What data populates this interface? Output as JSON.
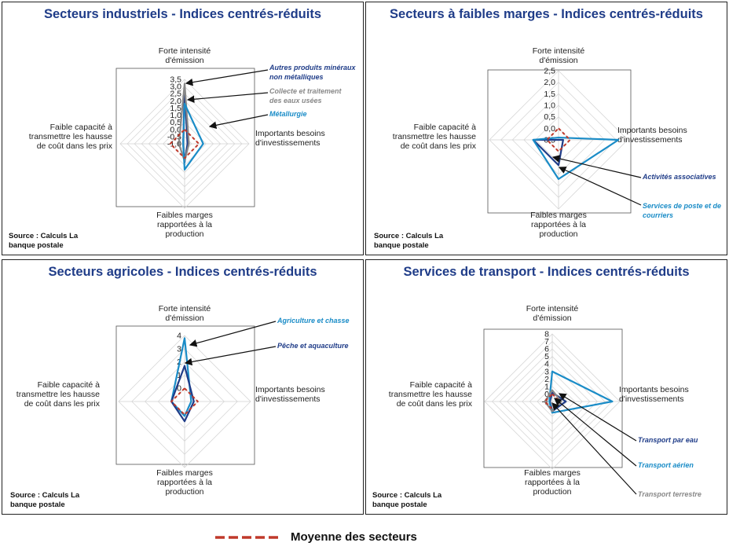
{
  "legend": {
    "label": "Moyenne des secteurs",
    "color": "#c0392b"
  },
  "chart_data": [
    {
      "type": "radar",
      "title": "Secteurs industriels - Indices centrés-réduits",
      "source": "Source : Calculs La banque postale",
      "axes": [
        "Forte intensité d'émission",
        "Importants besoins d'investissements",
        "Faibles marges rapportées à la production",
        "Faible capacité à transmettre les hausse de coût dans les prix"
      ],
      "scale_labels": [
        "-1,0",
        "-0,5",
        "0,0",
        "0,5",
        "1,0",
        "1,5",
        "2,0",
        "2,5",
        "3,0",
        "3,5"
      ],
      "scale_values": [
        -1.0,
        -0.5,
        0.0,
        0.5,
        1.0,
        1.5,
        2.0,
        2.5,
        3.0,
        3.5
      ],
      "ylim": [
        -1.0,
        3.5
      ],
      "series": [
        {
          "name": "Autres produits minéraux non métalliques",
          "color": "#1f3c88",
          "values": [
            2.9,
            -0.8,
            0.3,
            -0.9
          ]
        },
        {
          "name": "Collecte et traitement des eaux usées",
          "color": "#888888",
          "values": [
            3.2,
            -0.7,
            0.2,
            -0.6
          ]
        },
        {
          "name": "Métallurgie",
          "color": "#1a8cc7",
          "values": [
            1.8,
            0.3,
            0.8,
            -0.9
          ]
        },
        {
          "name": "Moyenne des secteurs",
          "color": "#c0392b",
          "values": [
            0.0,
            0.0,
            0.0,
            0.0
          ],
          "dashed": true
        }
      ],
      "annotations": [
        "Autres produits minéraux non métalliques",
        "Collecte et traitement des eaux usées",
        "Métallurgie"
      ]
    },
    {
      "type": "radar",
      "title": "Secteurs à faibles marges - Indices centrés-réduits",
      "source": "Source : Calculs La banque postale",
      "axes": [
        "Forte intensité d'émission",
        "Importants besoins d'investissements",
        "Faibles marges rapportées à la production",
        "Faible capacité à transmettre les hausse de coût dans les prix"
      ],
      "scale_labels": [
        "-0,5",
        "0,0",
        "0,5",
        "1,0",
        "1,5",
        "2,0",
        "2,5"
      ],
      "scale_values": [
        -0.5,
        0.0,
        0.5,
        1.0,
        1.5,
        2.0,
        2.5
      ],
      "ylim": [
        -0.5,
        2.5
      ],
      "series": [
        {
          "name": "Activités associatives",
          "color": "#1f3c88",
          "values": [
            -0.5,
            -0.3,
            0.6,
            0.6
          ]
        },
        {
          "name": "Services de poste et de courriers",
          "color": "#1a8cc7",
          "values": [
            -0.4,
            2.1,
            1.2,
            0.6
          ]
        },
        {
          "name": "Moyenne des secteurs",
          "color": "#c0392b",
          "values": [
            0.0,
            0.0,
            0.0,
            0.0
          ],
          "dashed": true
        }
      ],
      "annotations": [
        "Activités associatives",
        "Services de poste et de courriers"
      ]
    },
    {
      "type": "radar",
      "title": "Secteurs agricoles - Indices centrés-réduits",
      "source": "Source : Calculs La banque postale",
      "axes": [
        "Forte intensité d'émission",
        "Importants besoins d'investissements",
        "Faibles marges rapportées à la production",
        "Faible capacité à transmettre les hausse de coût dans les prix"
      ],
      "scale_labels": [
        "0",
        "1",
        "2",
        "3",
        "4"
      ],
      "scale_values": [
        0,
        1,
        2,
        3,
        4
      ],
      "ylim": [
        -1,
        4
      ],
      "series": [
        {
          "name": "Agriculture et chasse",
          "color": "#1a8cc7",
          "values": [
            3.8,
            -0.5,
            0.1,
            0.0
          ]
        },
        {
          "name": "Pêche et aquaculture",
          "color": "#1f3c88",
          "values": [
            1.7,
            -0.3,
            0.5,
            0.0
          ]
        },
        {
          "name": "Moyenne des secteurs",
          "color": "#c0392b",
          "values": [
            0.0,
            0.0,
            0.0,
            0.0
          ],
          "dashed": true
        }
      ],
      "annotations": [
        "Agriculture et chasse",
        "Pêche et aquaculture"
      ]
    },
    {
      "type": "radar",
      "title": "Services de transport - Indices centrés-réduits",
      "source": "Source : Calculs La banque postale",
      "axes": [
        "Forte intensité d'émission",
        "Importants besoins d'investissements",
        "Faibles marges rapportées à la production",
        "Faible capacité à transmettre les hausse de coût dans les prix"
      ],
      "scale_labels": [
        "-1",
        "0",
        "1",
        "2",
        "3",
        "4",
        "5",
        "6",
        "7",
        "8"
      ],
      "scale_values": [
        -1,
        0,
        1,
        2,
        3,
        4,
        5,
        6,
        7,
        8
      ],
      "ylim": [
        -1,
        8
      ],
      "series": [
        {
          "name": "Transport par eau",
          "color": "#1f3c88",
          "values": [
            0.2,
            0.8,
            0.3,
            -0.7
          ]
        },
        {
          "name": "Transport aérien",
          "color": "#1a8cc7",
          "values": [
            3.0,
            7.0,
            0.5,
            -0.6
          ]
        },
        {
          "name": "Transport terrestre",
          "color": "#888888",
          "values": [
            0.5,
            0.2,
            0.3,
            0.0
          ]
        },
        {
          "name": "Moyenne des secteurs",
          "color": "#c0392b",
          "values": [
            0.0,
            0.0,
            0.0,
            0.0
          ],
          "dashed": true
        }
      ],
      "annotations": [
        "Transport par eau",
        "Transport aérien",
        "Transport terrestre"
      ]
    }
  ]
}
